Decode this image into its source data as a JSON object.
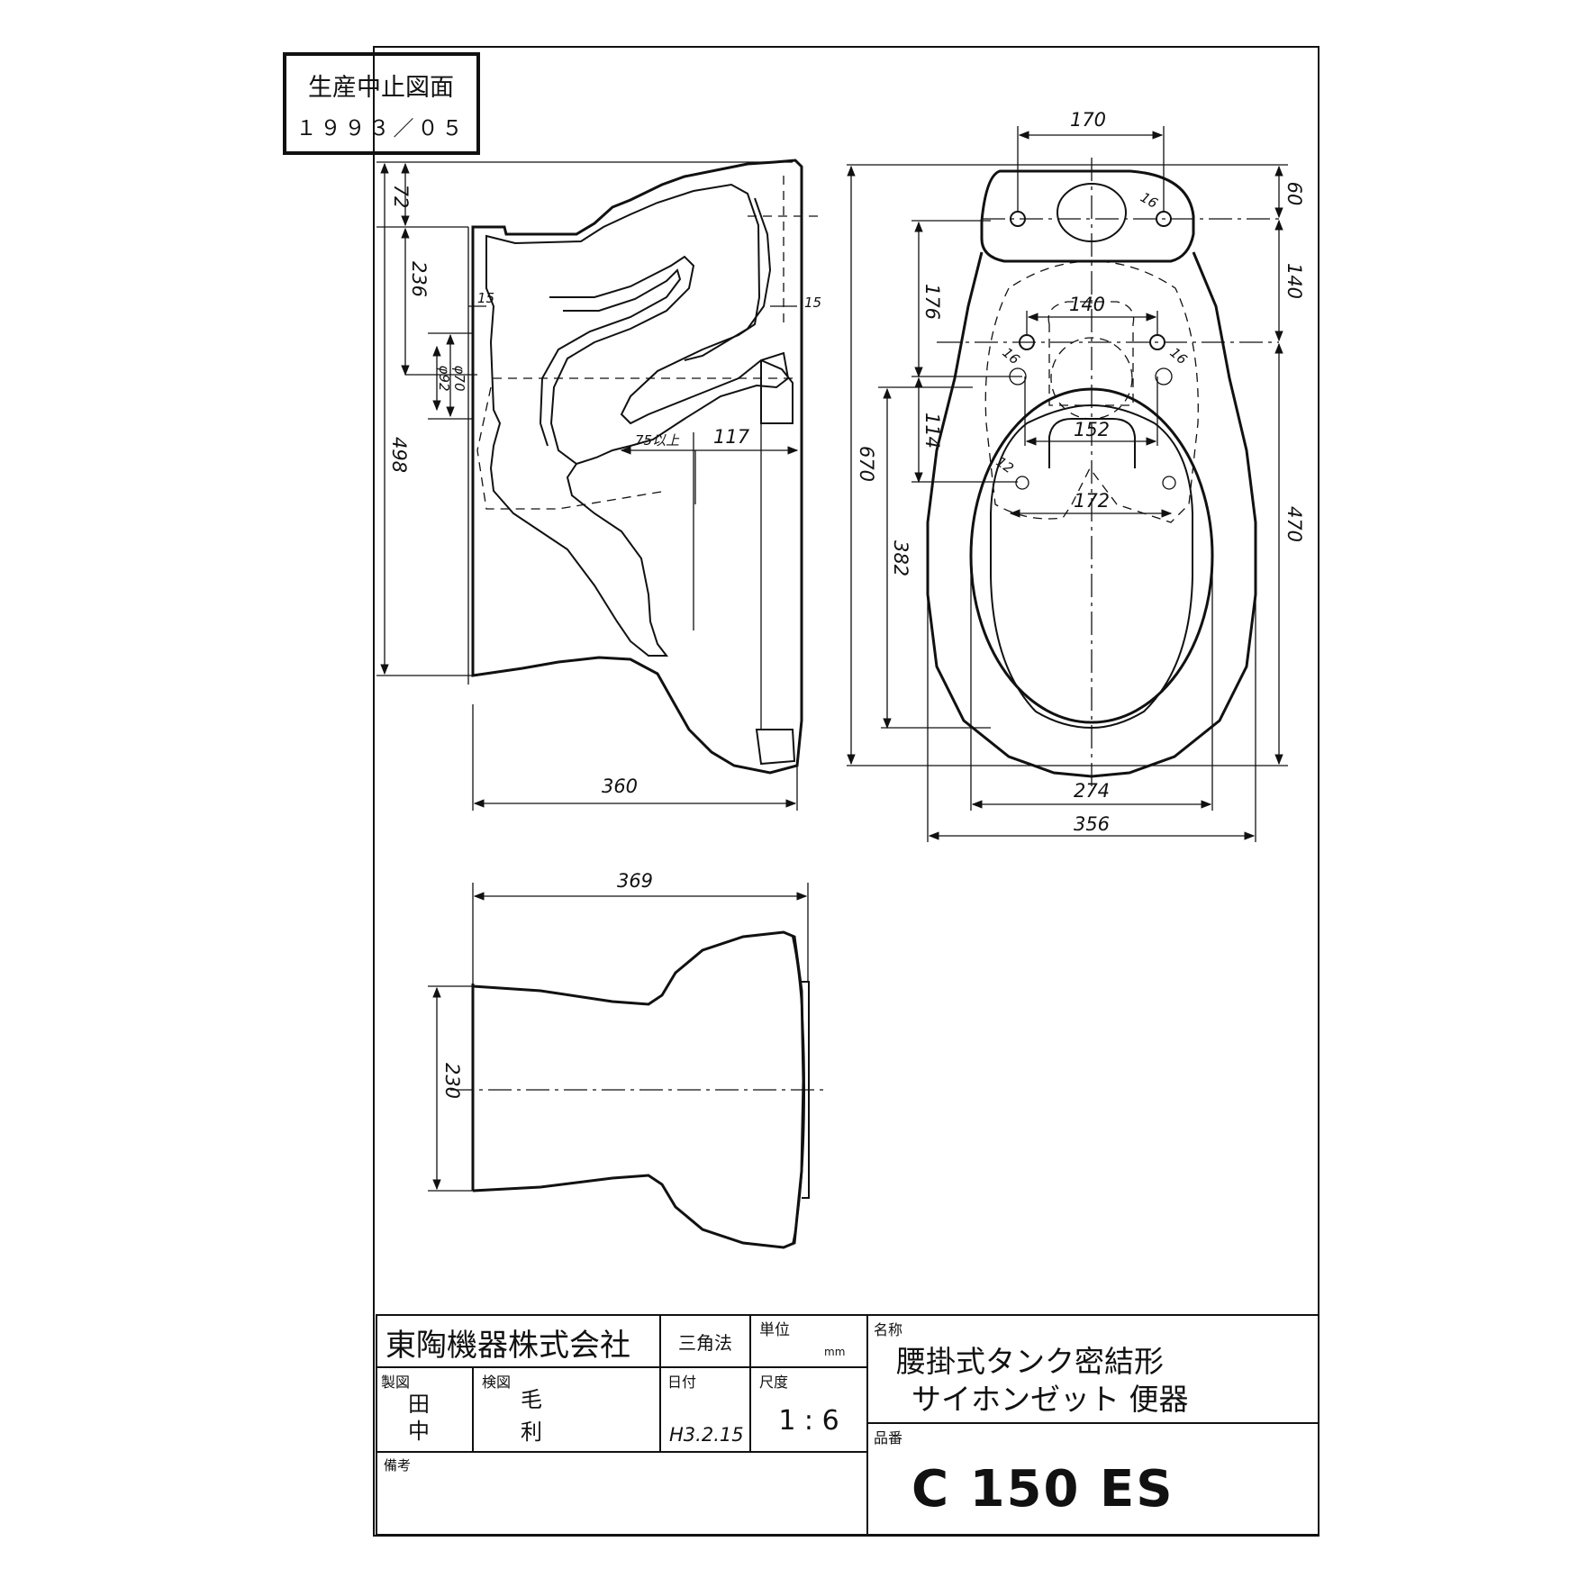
{
  "stamp": {
    "title": "生産中止図面",
    "date": "１９９３／０５"
  },
  "dimensions": {
    "side_top": "72",
    "side_236": "236",
    "side_498": "498",
    "side_15a": "15",
    "side_15b": "15",
    "side_phi70": "φ70",
    "side_phi92": "φ92",
    "side_75": "75以上",
    "side_117": "117",
    "side_360": "360",
    "plan_170": "170",
    "plan_16a": "16",
    "plan_60": "60",
    "plan_140v": "140",
    "plan_176": "176",
    "plan_140h": "140",
    "plan_16b": "16",
    "plan_16c": "16",
    "plan_114": "114",
    "plan_152": "152",
    "plan_670": "670",
    "plan_382": "382",
    "plan_12": "12",
    "plan_172": "172",
    "plan_470": "470",
    "plan_274": "274",
    "plan_356": "356",
    "front_369": "369",
    "front_230": "230"
  },
  "title_block": {
    "company": "東陶機器株式会社",
    "projection": "三角法",
    "unit_label": "単位",
    "unit_value": "mm",
    "name_label": "名称",
    "name_line1": "腰掛式タンク密結形",
    "name_line2": "サイホンゼット 便器",
    "drawn_label": "製図",
    "drawn_name1": "田",
    "drawn_name2": "中",
    "checked_label": "検図",
    "checked_name1": "毛",
    "checked_name2": "利",
    "date_label": "日付",
    "date_value": "H3.2.15",
    "scale_label": "尺度",
    "scale_value": "1 : 6",
    "part_label": "品番",
    "part_value": "C 150 ES",
    "remarks_label": "備考"
  }
}
